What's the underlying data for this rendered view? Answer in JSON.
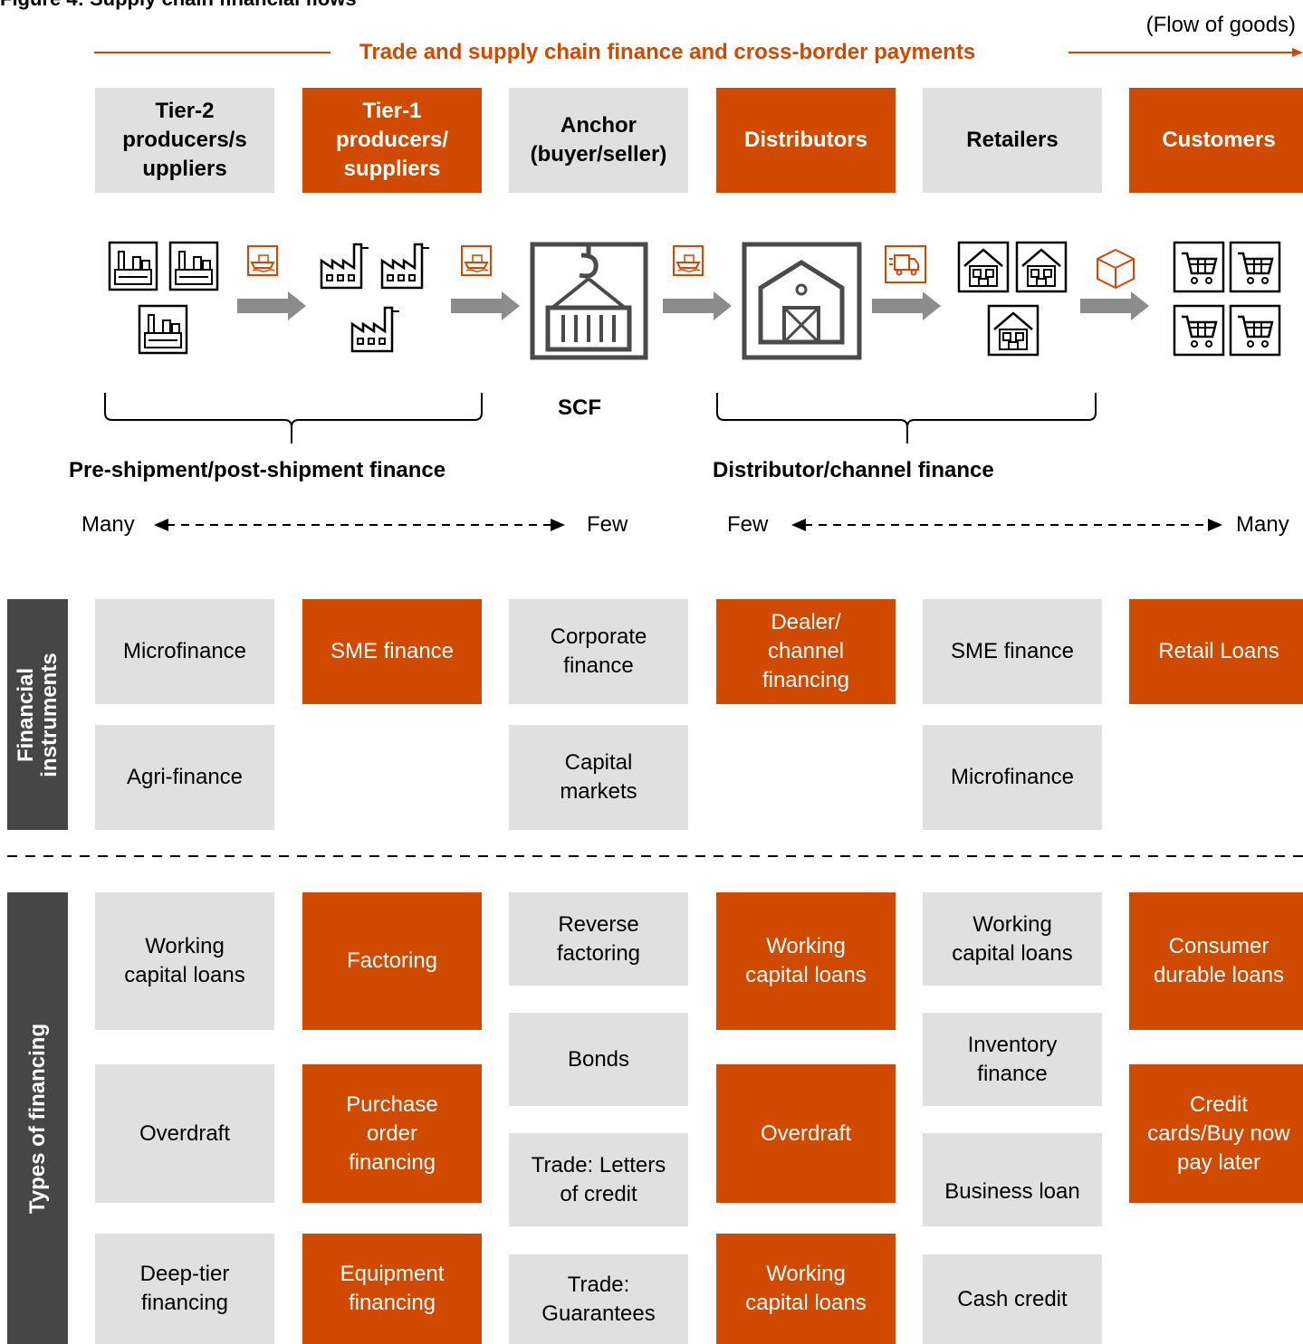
{
  "figure_title": "Figure 4: Supply chain financial flows",
  "flow_label": "(Flow of goods)",
  "banner": "Trade and supply chain finance and cross-border payments",
  "colors": {
    "accent": "#d04a02",
    "grey_box": "#e0e0e0",
    "dark_bar": "#464646",
    "icon": "#4a4a4a"
  },
  "stages": [
    "Tier-2 producers/s uppliers",
    "Tier-1 producers/ suppliers",
    "Anchor (buyer/seller)",
    "Distributors",
    "Retailers",
    "Customers"
  ],
  "icons": {
    "tier2": "factory-building-icon",
    "tier1": "factory-icon",
    "anchor": "container-crane-icon",
    "distributor": "warehouse-icon",
    "retailer": "shop-icon",
    "customer": "shopping-cart-icon",
    "flow": [
      "cargo-ship-icon",
      "cargo-ship-icon",
      "cargo-ship-icon",
      "delivery-truck-icon",
      "package-box-icon"
    ]
  },
  "scf_label": "SCF",
  "left_group_label": "Pre-shipment/post-shipment finance",
  "right_group_label": "Distributor/channel finance",
  "scale_left": {
    "from": "Many",
    "to": "Few"
  },
  "scale_right": {
    "from": "Few",
    "to": "Many"
  },
  "financial_instruments": {
    "title": "Financial instruments",
    "columns": [
      [
        "Microfinance",
        "Agri-finance"
      ],
      [
        "SME finance"
      ],
      [
        "Corporate finance",
        "Capital markets"
      ],
      [
        "Dealer/ channel financing"
      ],
      [
        "SME finance",
        "Microfinance"
      ],
      [
        "Retail Loans"
      ]
    ]
  },
  "types_of_financing": {
    "title": "Types of financing",
    "columns": [
      [
        "Working capital loans",
        "Overdraft",
        "Deep-tier financing"
      ],
      [
        "Factoring",
        "Purchase order financing",
        "Equipment financing"
      ],
      [
        "Reverse factoring",
        "Bonds",
        "Trade: Letters of credit",
        "Trade: Guarantees"
      ],
      [
        "Working capital loans",
        "Overdraft",
        "Working capital loans"
      ],
      [
        "Working capital loans",
        "Inventory finance",
        "Business loan",
        "Cash credit"
      ],
      [
        "Consumer durable loans",
        "Credit cards/Buy now pay later"
      ]
    ]
  }
}
